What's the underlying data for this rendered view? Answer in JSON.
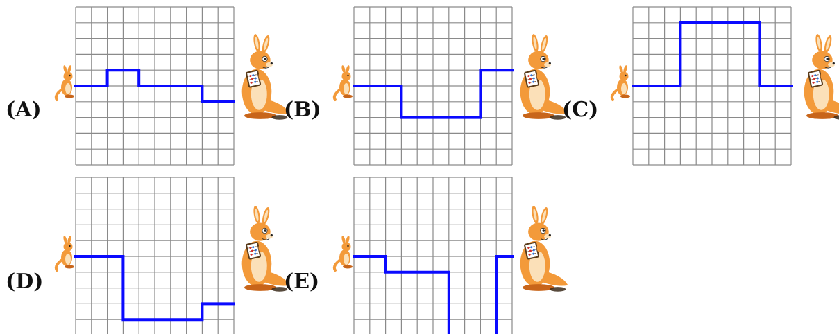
{
  "colors": {
    "path": "#0a0aff",
    "grid": "#8a8a8a",
    "kangaroo_body": "#f39a3a",
    "kangaroo_belly": "#fbe0b8",
    "kangaroo_dark": "#c8651a"
  },
  "options": [
    {
      "label": "(A)",
      "path": [
        [
          0,
          5
        ],
        [
          2,
          5
        ],
        [
          2,
          6
        ],
        [
          4,
          6
        ],
        [
          4,
          5
        ],
        [
          8,
          5
        ],
        [
          8,
          4
        ],
        [
          10,
          4
        ]
      ]
    },
    {
      "label": "(B)",
      "path": [
        [
          0,
          5
        ],
        [
          3,
          5
        ],
        [
          3,
          3
        ],
        [
          8,
          3
        ],
        [
          8,
          6
        ],
        [
          10,
          6
        ]
      ]
    },
    {
      "label": "(C)",
      "path": [
        [
          0,
          5
        ],
        [
          3,
          5
        ],
        [
          3,
          9
        ],
        [
          8,
          9
        ],
        [
          8,
          5
        ],
        [
          10,
          5
        ]
      ]
    },
    {
      "label": "(D)",
      "path": [
        [
          0,
          5
        ],
        [
          3,
          5
        ],
        [
          3,
          1
        ],
        [
          8,
          1
        ],
        [
          8,
          2
        ],
        [
          10,
          2
        ]
      ]
    },
    {
      "label": "(E)",
      "path": [
        [
          0,
          5
        ],
        [
          2,
          5
        ],
        [
          2,
          4
        ],
        [
          6,
          4
        ],
        [
          6,
          0
        ],
        [
          9,
          0
        ],
        [
          9,
          5
        ],
        [
          10,
          5
        ]
      ]
    }
  ],
  "grid": {
    "columns": 10,
    "rows": 10
  },
  "icons": {
    "small_kangaroo": "baby-kangaroo-icon",
    "big_kangaroo": "kangaroo-with-abacus-icon"
  }
}
